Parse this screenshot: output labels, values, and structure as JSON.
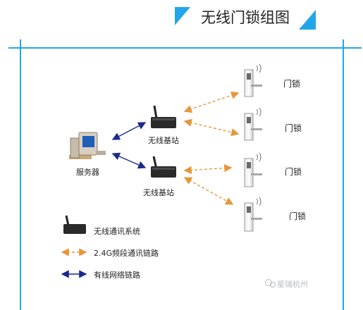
{
  "header": {
    "title": "无线门锁组图"
  },
  "nodes": {
    "server_label": "服务器",
    "station_1_label": "无线基站",
    "station_2_label": "无线基站",
    "lock_labels": [
      "门锁",
      "门锁",
      "门锁",
      "门锁"
    ]
  },
  "legend": {
    "system_label": "无线通讯系统",
    "wireless_link_label": "2.4G频段通讯链路",
    "wired_link_label": "有线网络链路"
  },
  "watermark": {
    "text": "星瑞杭州"
  },
  "colors": {
    "accent_blue": "#22a6e8",
    "wireless_link": "#e8953a",
    "wired_link": "#1a2a8c"
  }
}
